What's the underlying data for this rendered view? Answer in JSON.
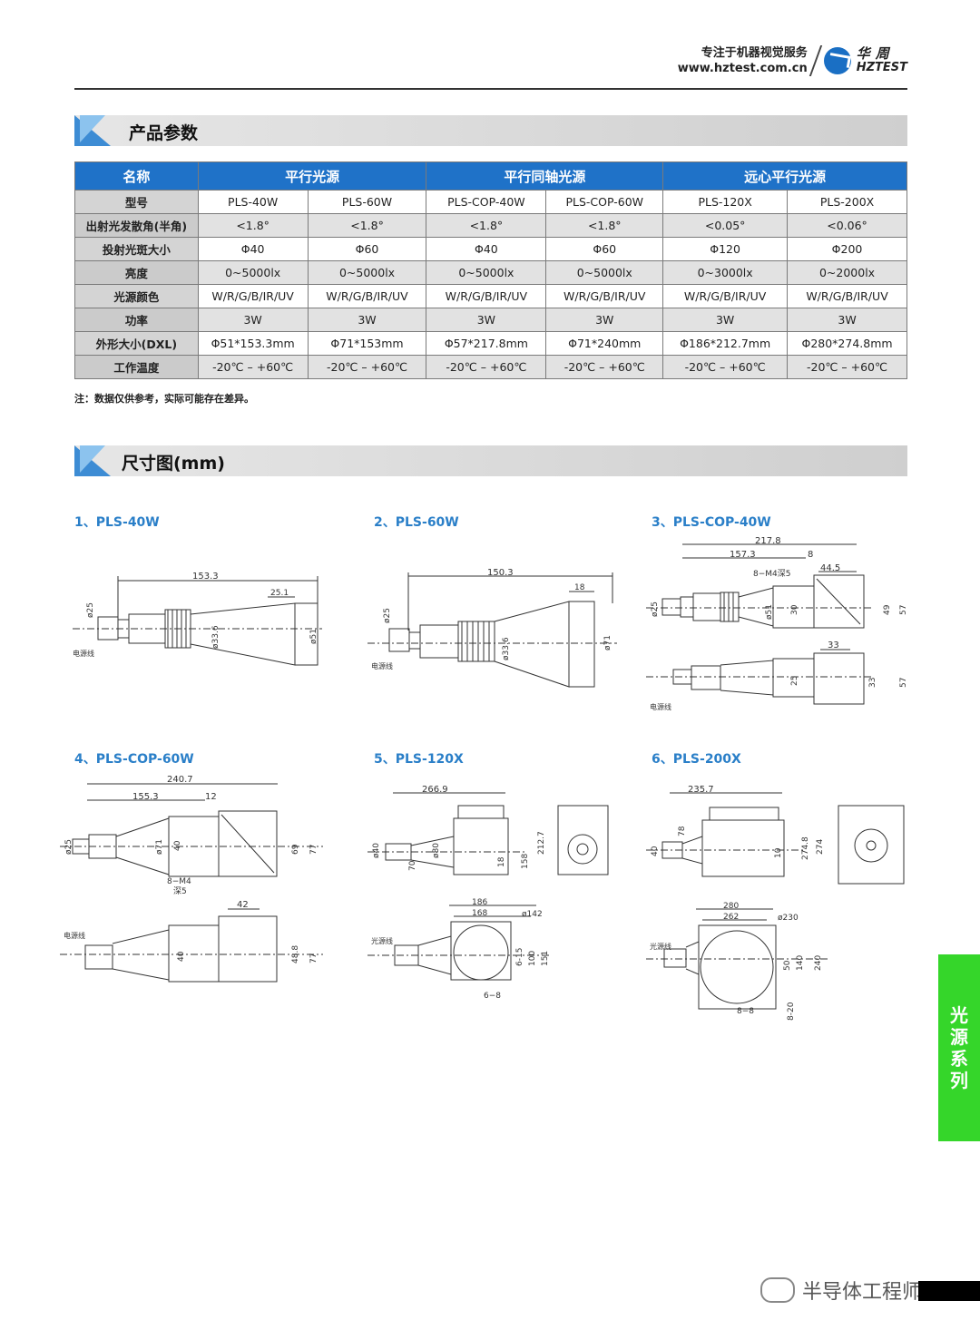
{
  "header": {
    "slogan": "专注于机器视觉服务",
    "url": "www.hztest.com.cn",
    "logo_cn": "华周",
    "logo_en": "HZTEST"
  },
  "sections": {
    "params": "产品参数",
    "dims": "尺寸图(mm)"
  },
  "table": {
    "groups": [
      {
        "label": "名称"
      },
      {
        "label": "平行光源"
      },
      {
        "label": "平行同轴光源"
      },
      {
        "label": "远心平行光源"
      }
    ],
    "rows": [
      {
        "label": "型号",
        "values": [
          "PLS-40W",
          "PLS-60W",
          "PLS-COP-40W",
          "PLS-COP-60W",
          "PLS-120X",
          "PLS-200X"
        ]
      },
      {
        "label": "出射光发散角(半角)",
        "values": [
          "<1.8°",
          "<1.8°",
          "<1.8°",
          "<1.8°",
          "<0.05°",
          "<0.06°"
        ]
      },
      {
        "label": "投射光斑大小",
        "values": [
          "Φ40",
          "Φ60",
          "Φ40",
          "Φ60",
          "Φ120",
          "Φ200"
        ]
      },
      {
        "label": "亮度",
        "values": [
          "0~5000lx",
          "0~5000lx",
          "0~5000lx",
          "0~5000lx",
          "0~3000lx",
          "0~2000lx"
        ]
      },
      {
        "label": "光源颜色",
        "values": [
          "W/R/G/B/IR/UV",
          "W/R/G/B/IR/UV",
          "W/R/G/B/IR/UV",
          "W/R/G/B/IR/UV",
          "W/R/G/B/IR/UV",
          "W/R/G/B/IR/UV"
        ]
      },
      {
        "label": "功率",
        "values": [
          "3W",
          "3W",
          "3W",
          "3W",
          "3W",
          "3W"
        ]
      },
      {
        "label": "外形大小(DXL)",
        "values": [
          "Φ51*153.3mm",
          "Φ71*153mm",
          "Φ57*217.8mm",
          "Φ71*240mm",
          "Φ186*212.7mm",
          "Φ280*274.8mm"
        ]
      },
      {
        "label": "工作温度",
        "values": [
          "-20℃ – +60℃",
          "-20℃ – +60℃",
          "-20℃ – +60℃",
          "-20℃ – +60℃",
          "-20℃ – +60℃",
          "-20℃ – +60℃"
        ]
      }
    ]
  },
  "note": "注：数据仅供参考，实际可能存在差异。",
  "drawings": {
    "d1": {
      "title": "1、PLS-40W",
      "dims": [
        "153.3",
        "25.1",
        "ø25",
        "ø33.6",
        "ø51"
      ],
      "cable": "电源线"
    },
    "d2": {
      "title": "2、PLS-60W",
      "dims": [
        "150.3",
        "18",
        "ø25",
        "ø33.6",
        "ø71"
      ],
      "cable": "电源线"
    },
    "d3": {
      "title": "3、PLS-COP-40W",
      "dims": [
        "217.8",
        "157.3",
        "8",
        "44.5",
        "8−M4深5",
        "ø25",
        "ø51",
        "30",
        "49",
        "57",
        "33",
        "25",
        "33",
        "57"
      ],
      "cable": "电源线"
    },
    "d4": {
      "title": "4、PLS-COP-60W",
      "dims": [
        "240.7",
        "155.3",
        "12",
        "ø25",
        "ø71",
        "40",
        "8−M4",
        "深5",
        "69",
        "77",
        "42",
        "40",
        "48.8",
        "77"
      ],
      "cable": "电源线"
    },
    "d5": {
      "title": "5、PLS-120X",
      "dims": [
        "266.9",
        "ø40",
        "70",
        "ø80",
        "18",
        "158",
        "212.7",
        "186",
        "168",
        "ø142",
        "6-15",
        "100",
        "151",
        "6−8"
      ],
      "cable": "光源线"
    },
    "d6": {
      "title": "6、PLS-200X",
      "dims": [
        "235.7",
        "78",
        "40",
        "10",
        "274.8",
        "274",
        "280",
        "262",
        "ø230",
        "50",
        "140",
        "240",
        "8−8",
        "8-20"
      ],
      "cable": "光源线"
    }
  },
  "side_tab": "光源系列",
  "watermark": "半导体工程师"
}
